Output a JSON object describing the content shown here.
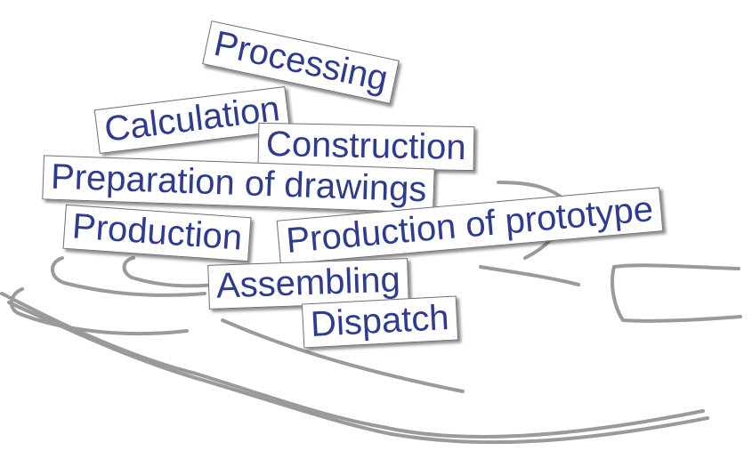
{
  "labels": {
    "processing": "Processing",
    "calculation": "Calculation",
    "construction": "Construction",
    "preparation": "Preparation of drawings",
    "production": "Production",
    "prototype": "Production of prototype",
    "assembling": "Assembling",
    "dispatch": "Dispatch"
  },
  "colors": {
    "text": "#2e3b8f",
    "hand_stroke": "#9a9a9a",
    "card_border": "#6f6f6f"
  }
}
